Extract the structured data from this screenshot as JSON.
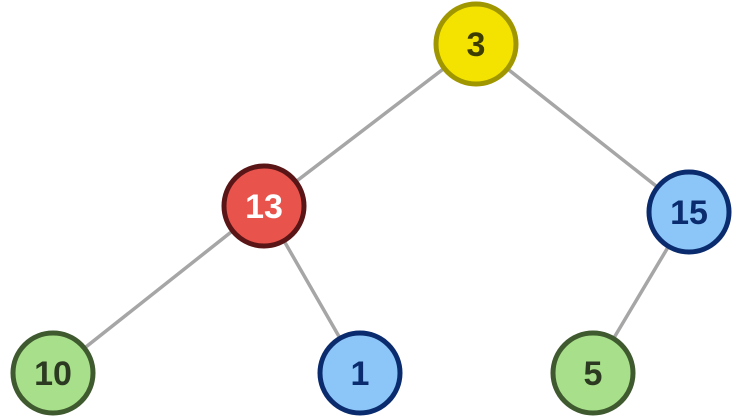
{
  "diagram": {
    "type": "binary-tree",
    "nodes": [
      {
        "id": "n3",
        "label": "3",
        "fill": "#f4e300",
        "stroke": "#9f9600",
        "text_color": "#3d3d00"
      },
      {
        "id": "n13",
        "label": "13",
        "fill": "#e8534c",
        "stroke": "#5a1616",
        "text_color": "#ffffff"
      },
      {
        "id": "n15",
        "label": "15",
        "fill": "#8cc6f8",
        "stroke": "#0a2c6e",
        "text_color": "#0a2c6e"
      },
      {
        "id": "n10",
        "label": "10",
        "fill": "#a8df8a",
        "stroke": "#3f5a2f",
        "text_color": "#2c3a22"
      },
      {
        "id": "n1",
        "label": "1",
        "fill": "#8cc6f8",
        "stroke": "#0a2c6e",
        "text_color": "#0a2c6e"
      },
      {
        "id": "n5",
        "label": "5",
        "fill": "#a8df8a",
        "stroke": "#3f5a2f",
        "text_color": "#2c3a22"
      }
    ],
    "edges": [
      {
        "from": "n3",
        "to": "n13"
      },
      {
        "from": "n3",
        "to": "n15"
      },
      {
        "from": "n13",
        "to": "n10"
      },
      {
        "from": "n13",
        "to": "n1"
      },
      {
        "from": "n15",
        "to": "n5"
      }
    ],
    "edge_color": "#a6a6a6"
  }
}
